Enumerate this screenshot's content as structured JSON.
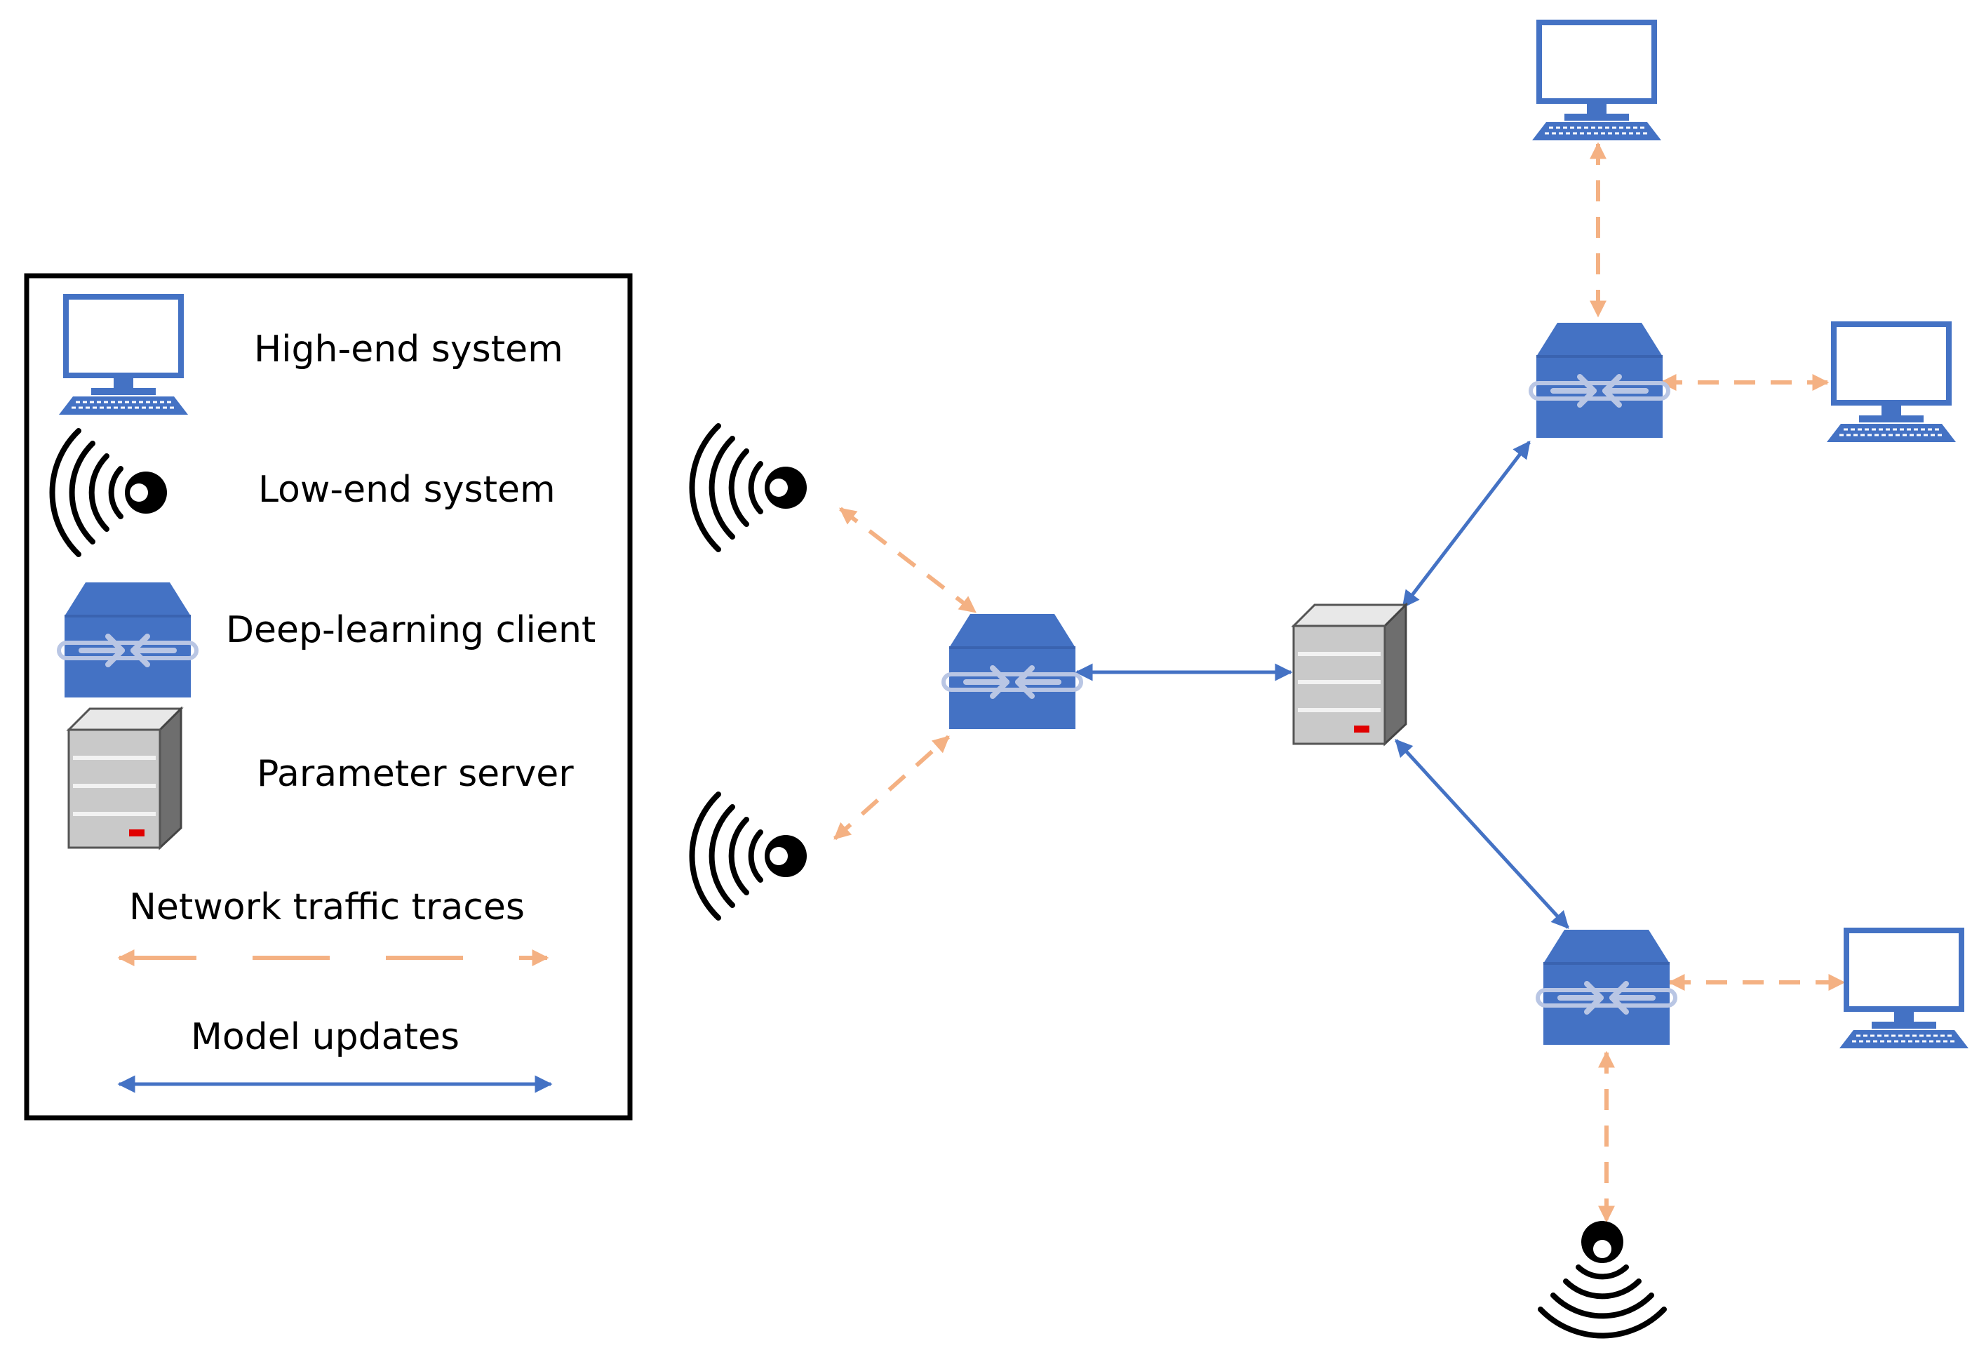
{
  "legend": {
    "high_end": "High-end system",
    "low_end": "Low-end system",
    "client": "Deep-learning client",
    "server": "Parameter server",
    "traffic": "Network traffic traces",
    "updates": "Model updates"
  },
  "colors": {
    "blue": "#4472c4",
    "blue_dark": "#3a63b0",
    "orange": "#f4b183",
    "black": "#000000",
    "server_gray": "#c9c9c9",
    "server_dark": "#6e6e6e",
    "server_led": "#e00000"
  },
  "icons": {
    "high_end": "desktop-computer-icon",
    "low_end": "wireless-sensor-icon",
    "client": "network-switch-icon",
    "server": "server-tower-icon"
  }
}
